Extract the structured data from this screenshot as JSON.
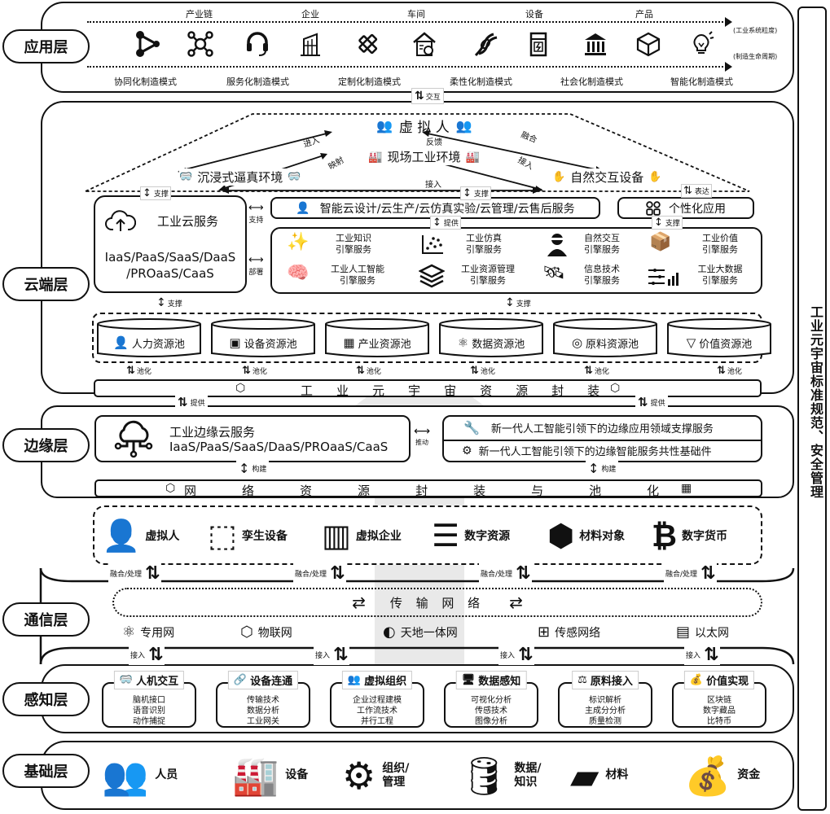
{
  "side_panel": {
    "title": "工业元宇宙标准规范、安全管理"
  },
  "layers": {
    "application": {
      "label": "应用层",
      "top_axis_items": [
        "产业链",
        "企业",
        "车间",
        "设备",
        "产品"
      ],
      "top_axis_caption": "(工业系统粒度)",
      "bottom_axis_caption": "(制造生命周期)",
      "modes": [
        "协同化制造模式",
        "服务化制造模式",
        "定制化制造模式",
        "柔性化制造模式",
        "社会化制造模式",
        "智能化制造模式"
      ],
      "icons": [
        "triangle-nodes-icon",
        "network-hub-icon",
        "headset-icon",
        "building-icon",
        "pencil-ruler-icon",
        "workshop-icon",
        "knot-icon",
        "power-cabinet-icon",
        "bank-icon",
        "cube-icon",
        "lightbulb-icon"
      ],
      "interact_label": "交互"
    },
    "cloud": {
      "label": "云端层",
      "virtual_human": "虚 拟 人",
      "feedback": "反馈",
      "field_env": "现场工业环境",
      "immersive_env": "沉浸式逼真环境",
      "natural_device": "自然交互设备",
      "edge_labels": {
        "enter": "进入",
        "fuse": "融合",
        "map": "映射",
        "access_right": "接入",
        "access_bottom": "接入"
      },
      "support_label": "支撑",
      "express_label": "表达",
      "provide_label": "提供",
      "deploy_label": "部署",
      "support2_label": "支持",
      "industrial_cloud": {
        "title": "工业云服务",
        "line1": "IaaS/PaaS/SaaS/DaaS",
        "line2": "/PROaaS/CaaS"
      },
      "smart_services": "智能云设计/云生产/云仿真实验/云管理/云售后服务",
      "personalized_app": "个性化应用",
      "engines": [
        {
          "l1": "工业知识",
          "l2": "引擎服务"
        },
        {
          "l1": "工业仿真",
          "l2": "引擎服务"
        },
        {
          "l1": "自然交互",
          "l2": "引擎服务"
        },
        {
          "l1": "工业价值",
          "l2": "引擎服务"
        },
        {
          "l1": "工业人工智能",
          "l2": "引擎服务"
        },
        {
          "l1": "工业资源管理",
          "l2": "引擎服务"
        },
        {
          "l1": "信息技术",
          "l2": "引擎服务"
        },
        {
          "l1": "工业大数据",
          "l2": "引擎服务"
        }
      ],
      "pools": [
        "人力资源池",
        "设备资源池",
        "产业资源池",
        "数据资源池",
        "原料资源池",
        "价值资源池"
      ],
      "pooling_label": "池化",
      "encapsulation": [
        "工",
        "业",
        "元",
        "宇",
        "宙",
        "资",
        "源",
        "封",
        "装"
      ]
    },
    "edge": {
      "label": "边缘层",
      "provide_label": "提供",
      "edge_cloud_title": "工业边缘云服务",
      "edge_cloud_sub": "IaaS/PaaS/SaaS/DaaS/PROaaS/CaaS",
      "drive_label": "推动",
      "ai_support": "新一代人工智能引领下的边缘应用领域支撑服务",
      "ai_base": "新一代人工智能引领下的边缘智能服务共性基础件",
      "build_label": "构建",
      "network_pool": [
        "网",
        "络",
        "资",
        "源",
        "封",
        "装",
        "与",
        "池",
        "化"
      ]
    },
    "twins": {
      "items": [
        "虚拟人",
        "孪生设备",
        "虚拟企业",
        "数字资源",
        "材料对象",
        "数字货币"
      ],
      "fuse_label": "融合/处理"
    },
    "communication": {
      "label": "通信层",
      "transport": "传 输 网 络",
      "networks": [
        "专用网",
        "物联网",
        "天地一体网",
        "传感网络",
        "以太网"
      ],
      "access_label": "接入"
    },
    "perception": {
      "label": "感知层",
      "groups": [
        {
          "title": "人机交互",
          "items": [
            "脑机接口",
            "语音识别",
            "动作捕捉"
          ]
        },
        {
          "title": "设备连通",
          "items": [
            "传输技术",
            "数据分析",
            "工业网关"
          ]
        },
        {
          "title": "虚拟组织",
          "items": [
            "企业过程建模",
            "工作流技术",
            "并行工程"
          ]
        },
        {
          "title": "数据感知",
          "items": [
            "可视化分析",
            "传感技术",
            "图像分析"
          ]
        },
        {
          "title": "原料接入",
          "items": [
            "标识解析",
            "主成分分析",
            "质量检测"
          ]
        },
        {
          "title": "价值实现",
          "items": [
            "区块链",
            "数字藏品",
            "比特币"
          ]
        }
      ]
    },
    "foundation": {
      "label": "基础层",
      "items": [
        {
          "l1": "人员",
          "l2": ""
        },
        {
          "l1": "设备",
          "l2": ""
        },
        {
          "l1": "组织/",
          "l2": "管理"
        },
        {
          "l1": "数据/",
          "l2": "知识"
        },
        {
          "l1": "材料",
          "l2": ""
        },
        {
          "l1": "资金",
          "l2": ""
        }
      ]
    }
  }
}
